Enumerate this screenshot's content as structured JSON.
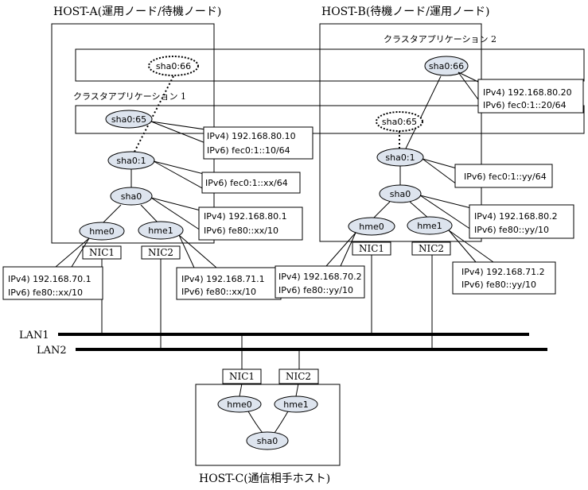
{
  "hosts": {
    "a": {
      "title": "HOST-A(運用ノード/待機ノード)"
    },
    "b": {
      "title": "HOST-B(待機ノード/運用ノード)"
    },
    "c": {
      "title": "HOST-C(通信相手ホスト)"
    }
  },
  "cluster_apps": {
    "app1": "クラスタアプリケーション 1",
    "app2": "クラスタアプリケーション 2"
  },
  "lans": {
    "lan1": "LAN1",
    "lan2": "LAN2"
  },
  "host_a": {
    "sha0_66": "sha0:66",
    "sha0_65": "sha0:65",
    "sha0_1": "sha0:1",
    "sha0": "sha0",
    "hme0": "hme0",
    "hme1": "hme1",
    "nic1": "NIC1",
    "nic2": "NIC2",
    "callout_65": {
      "l1": "IPv4) 192.168.80.10",
      "l2": "IPv6) fec0:1::10/64"
    },
    "callout_1": {
      "l1": "IPv6) fec0:1::xx/64"
    },
    "callout_sha0": {
      "l1": "IPv4) 192.168.80.1",
      "l2": "IPv6) fe80::xx/10"
    },
    "callout_hme0": {
      "l1": "IPv4) 192.168.70.1",
      "l2": "IPv6) fe80::xx/10"
    },
    "callout_hme1": {
      "l1": "IPv4) 192.168.71.1",
      "l2": "IPv6) fe80::xx/10"
    }
  },
  "host_b": {
    "sha0_66": "sha0:66",
    "sha0_65": "sha0:65",
    "sha0_1": "sha0:1",
    "sha0": "sha0",
    "hme0": "hme0",
    "hme1": "hme1",
    "nic1": "NIC1",
    "nic2": "NIC2",
    "callout_66": {
      "l1": "IPv4) 192.168.80.20",
      "l2": "IPv6) fec0:1::20/64"
    },
    "callout_1": {
      "l1": "IPv6) fec0:1::yy/64"
    },
    "callout_sha0": {
      "l1": "IPv4) 192.168.80.2",
      "l2": "IPv6) fe80::yy/10"
    },
    "callout_hme0": {
      "l1": "IPv4) 192.168.70.2",
      "l2": "IPv6) fe80::yy/10"
    },
    "callout_hme1": {
      "l1": "IPv4) 192.168.71.2",
      "l2": "IPv6) fe80::yy/10"
    }
  },
  "host_c": {
    "nic1": "NIC1",
    "nic2": "NIC2",
    "hme0": "hme0",
    "hme1": "hme1",
    "sha0": "sha0"
  }
}
